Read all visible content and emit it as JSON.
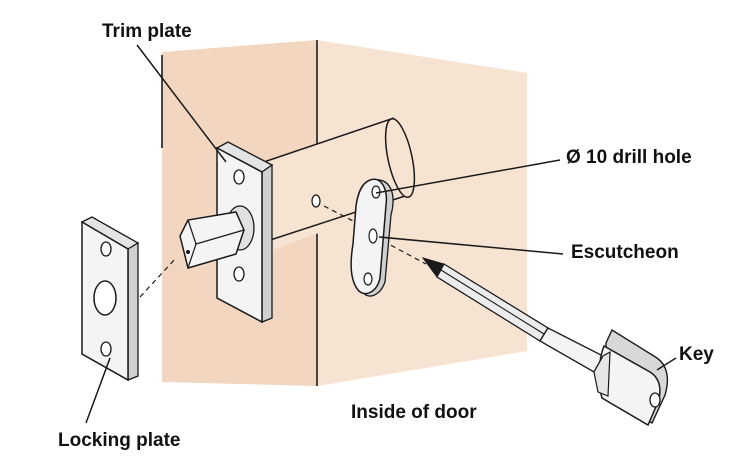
{
  "labels": {
    "trim_plate": "Trim plate",
    "drill_hole": "Ø 10 drill hole",
    "escutcheon": "Escutcheon",
    "key": "Key",
    "inside_of_door": "Inside of door",
    "locking_plate": "Locking plate"
  },
  "colors": {
    "door_face": "#F2D6BF",
    "door_side": "#F7E3D2",
    "line": "#1A1A1A",
    "metal_light": "#F4F4F4",
    "metal_shadow": "#D6D6D6",
    "background": "#FFFFFF"
  }
}
